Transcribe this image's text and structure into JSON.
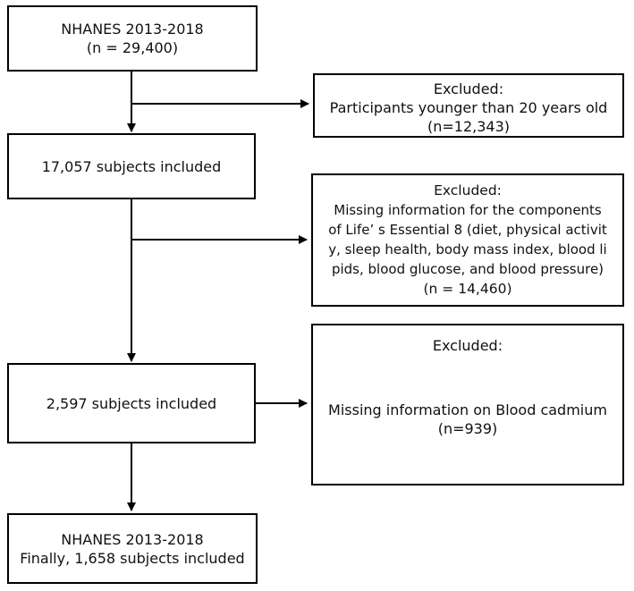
{
  "nodes": {
    "start": {
      "lines": [
        "NHANES 2013-2018",
        "(n = 29,400)"
      ]
    },
    "excl1": {
      "lines": [
        "Excluded:",
        "Participants younger than 20 years old",
        "(n=12,343)"
      ]
    },
    "step2": {
      "lines": [
        "17,057 subjects included"
      ]
    },
    "excl2": {
      "lines": [
        "Excluded:",
        "Missing information for the components",
        "of Life’ s Essential 8 (diet, physical activit",
        "y, sleep health, body mass index, blood li",
        "pids, blood glucose, and blood pressure)",
        "(n = 14,460)"
      ]
    },
    "step3": {
      "lines": [
        "2,597 subjects included"
      ]
    },
    "excl3": {
      "lines": [
        "Excluded:",
        "Missing information on Blood cadmium",
        "(n=939)"
      ]
    },
    "final": {
      "lines": [
        "NHANES 2013-2018",
        "Finally, 1,658 subjects included"
      ]
    }
  }
}
